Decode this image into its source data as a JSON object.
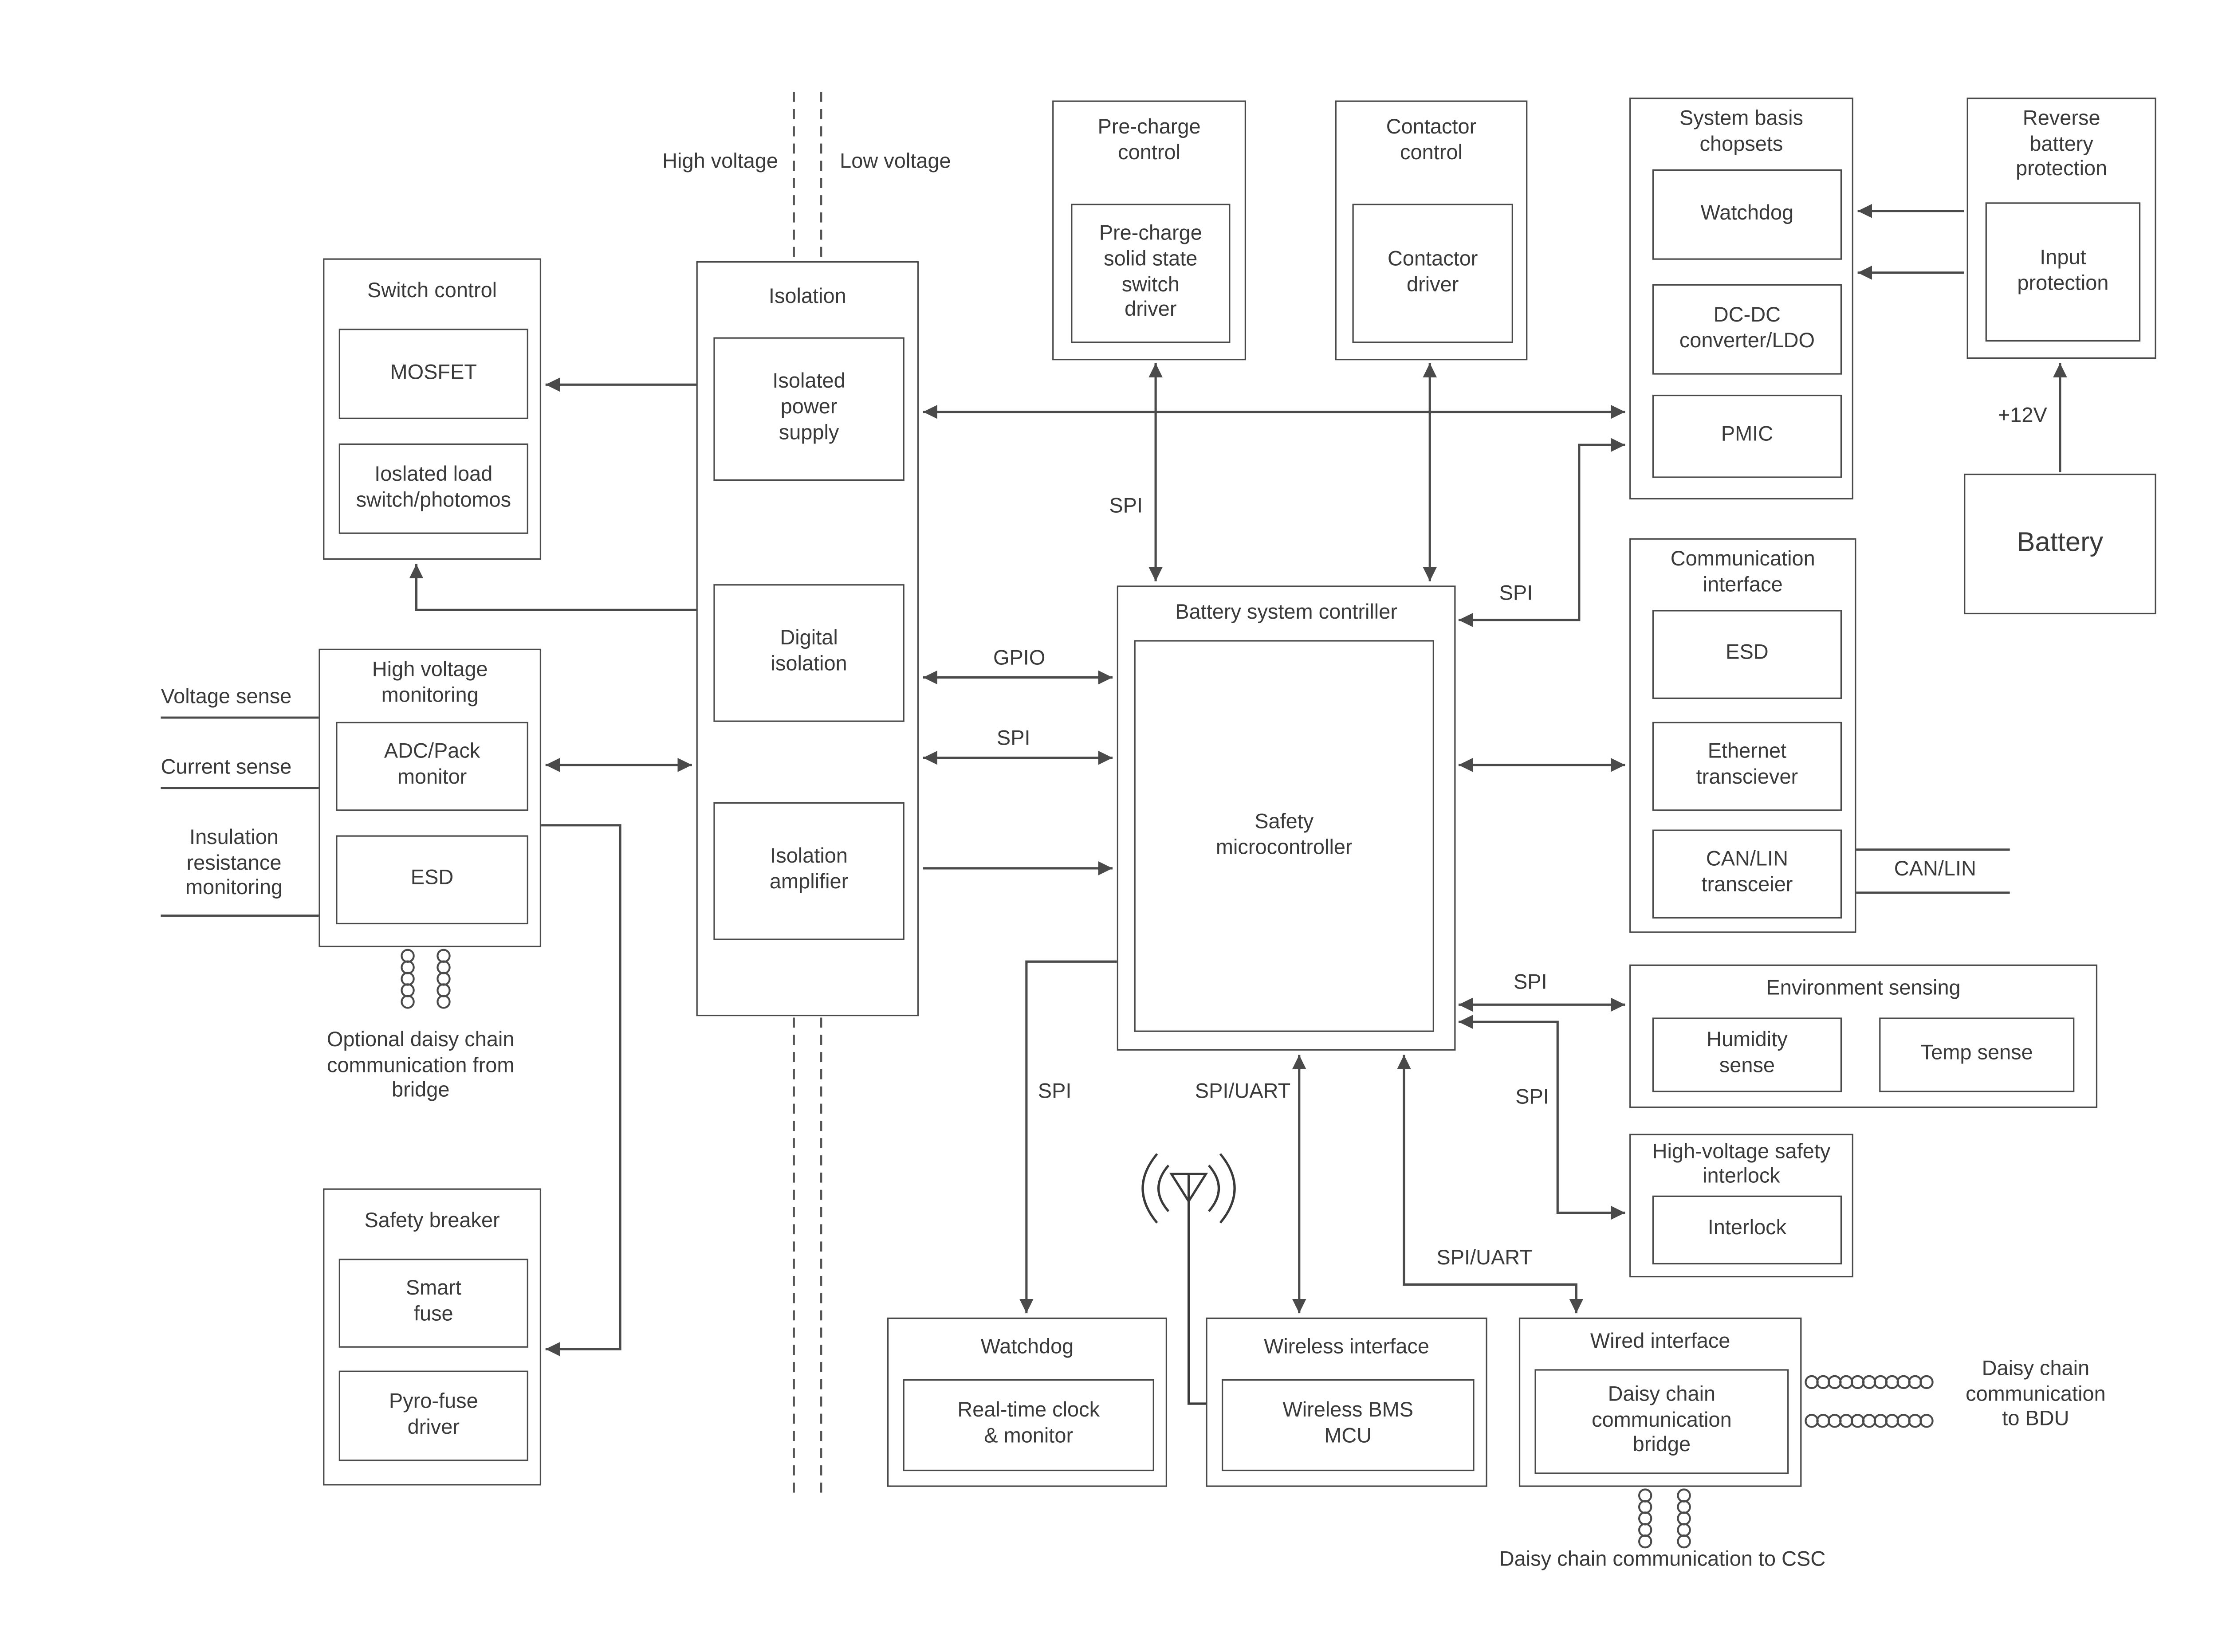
{
  "zones": {
    "high": "High voltage",
    "low": "Low voltage"
  },
  "switch_control": {
    "title": "Switch control",
    "mosfet": "MOSFET",
    "load_switch": "Ioslated load\nswitch/photomos"
  },
  "hv_monitoring": {
    "title": "High voltage\nmonitoring",
    "adc": "ADC/Pack\nmonitor",
    "esd": "ESD"
  },
  "sense": {
    "voltage": "Voltage sense",
    "current": "Current sense",
    "insulation": "Insulation\nresistance\nmonitoring"
  },
  "notes": {
    "optional_daisy": "Optional daisy chain\ncommunication from\nbridge",
    "to_bdu": "Daisy chain\ncommunication\nto BDU",
    "to_csc": "Daisy chain communication to CSC"
  },
  "safety_breaker": {
    "title": "Safety breaker",
    "smart_fuse": "Smart\nfuse",
    "pyro_fuse": "Pyro-fuse\ndriver"
  },
  "isolation": {
    "title": "Isolation",
    "power": "Isolated\npower\nsupply",
    "digital": "Digital\nisolation",
    "amplifier": "Isolation\namplifier"
  },
  "precharge": {
    "title": "Pre-charge\ncontrol",
    "driver": "Pre-charge\nsolid state\nswitch\ndriver"
  },
  "contactor": {
    "title": "Contactor\ncontrol",
    "driver": "Contactor\ndriver"
  },
  "system_basis": {
    "title": "System basis\nchopsets",
    "watchdog": "Watchdog",
    "dcdc": "DC-DC\nconverter/LDO",
    "pmic": "PMIC"
  },
  "reverse_battery": {
    "title": "Reverse\nbattery\nprotection",
    "input_protection": "Input\nprotection"
  },
  "battery": {
    "title": "Battery",
    "v12": "+12V"
  },
  "controller": {
    "title": "Battery system contriller",
    "mcu": "Safety\nmicrocontroller"
  },
  "comm": {
    "title": "Communication\ninterface",
    "esd": "ESD",
    "ethernet": "Ethernet\ntransciever",
    "canlin": "CAN/LIN\ntransceier",
    "canlin_bus": "CAN/LIN"
  },
  "env": {
    "title": "Environment sensing",
    "humidity": "Humidity\nsense",
    "temp": "Temp sense"
  },
  "interlock": {
    "title": "High-voltage safety\ninterlock",
    "inner": "Interlock"
  },
  "watchdog_block": {
    "title": "Watchdog",
    "rtc": "Real-time clock\n& monitor"
  },
  "wireless": {
    "title": "Wireless interface",
    "mcu": "Wireless BMS\nMCU"
  },
  "wired": {
    "title": "Wired interface",
    "bridge": "Daisy chain\ncommunication\nbridge"
  },
  "bus": {
    "spi_precharge": "SPI",
    "gpio": "GPIO",
    "spi_iso": "SPI",
    "spi_pmic": "SPI",
    "spi_env": "SPI",
    "spi_wd": "SPI",
    "spi_uart_wl": "SPI/UART",
    "spi_il": "SPI",
    "spi_uart_wired": "SPI/UART"
  },
  "colors": {
    "line": "#4a4a4a",
    "text": "#3a3a3a",
    "background": "#ffffff"
  }
}
